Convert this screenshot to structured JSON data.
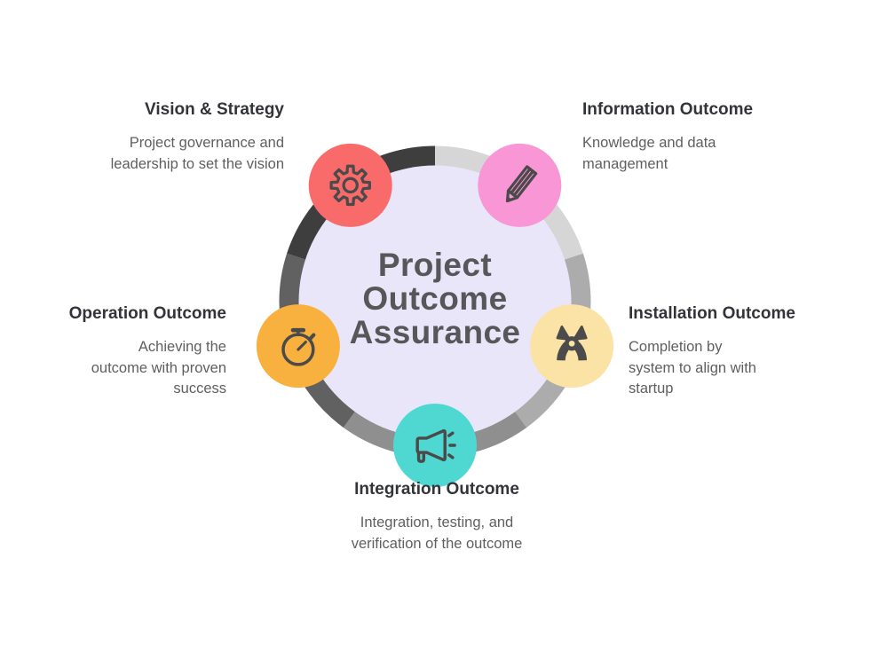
{
  "center": {
    "title": "Project\nOutcome\nAssurance"
  },
  "segments": [
    {
      "id": "vision",
      "heading": "Vision & Strategy",
      "description": "Project governance and\nleadership to set the vision",
      "icon": "gear-icon",
      "circle_color": "#F96B6B",
      "ring_color": "#3E3E3E"
    },
    {
      "id": "information",
      "heading": "Information Outcome",
      "description": "Knowledge and data\nmanagement",
      "icon": "pencil-icon",
      "circle_color": "#F996D6",
      "ring_color": "#D6D6D6"
    },
    {
      "id": "installation",
      "heading": "Installation Outcome",
      "description": "Completion by\nsystem to align with\nstartup",
      "icon": "pliers-icon",
      "circle_color": "#FBE3A6",
      "ring_color": "#ACACAC"
    },
    {
      "id": "integration",
      "heading": "Integration Outcome",
      "description": "Integration, testing, and\nverification of the outcome",
      "icon": "megaphone-icon",
      "circle_color": "#4FD8D2",
      "ring_color": "#8F8F8F"
    },
    {
      "id": "operation",
      "heading": "Operation Outcome",
      "description": "Achieving the\noutcome with proven\nsuccess",
      "icon": "stopwatch-icon",
      "circle_color": "#F8B13F",
      "ring_color": "#616161"
    }
  ],
  "colors": {
    "background": "#FFFFFF",
    "inner_circle": "#E8E6F8",
    "icon_stroke": "#4A4A4A",
    "icon_fill": "#4B4B4B",
    "title_text": "#57575A",
    "heading_text": "#333438",
    "body_text": "#5F5F62"
  }
}
